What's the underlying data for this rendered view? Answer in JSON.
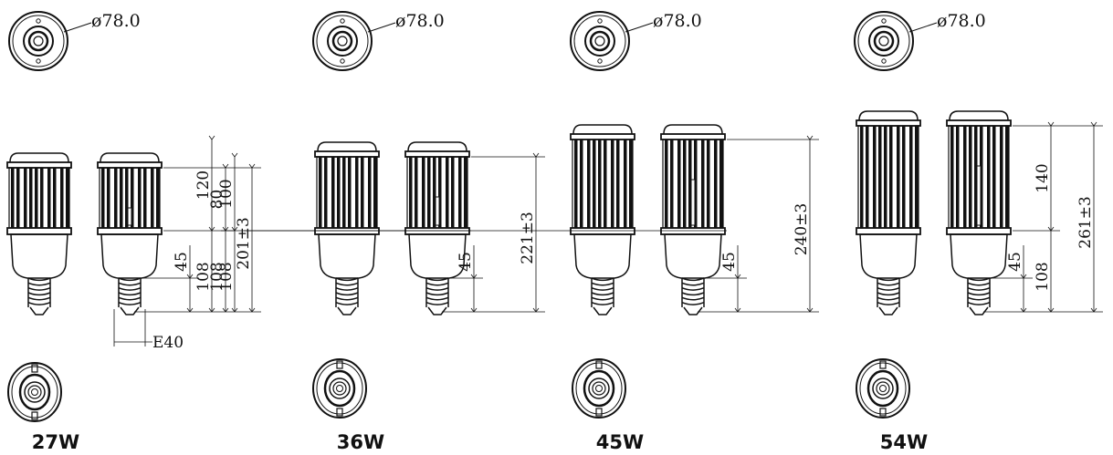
{
  "models": [
    {
      "watt_label": "27W",
      "diameter_label": "ø78.0",
      "led_length": "80",
      "neck_height": "45",
      "base_to_led": "108",
      "overall_height": "201±3",
      "thread_label": "E40"
    },
    {
      "watt_label": "36W",
      "diameter_label": "ø78.0",
      "led_length": "100",
      "neck_height": "45",
      "base_to_led": "108",
      "overall_height": "221±3"
    },
    {
      "watt_label": "45W",
      "diameter_label": "ø78.0",
      "led_length": "120",
      "neck_height": "45",
      "base_to_led": "108",
      "overall_height": "240±3"
    },
    {
      "watt_label": "54W",
      "diameter_label": "ø78.0",
      "led_length": "140",
      "neck_height": "45",
      "base_to_led": "108",
      "overall_height": "261±3"
    }
  ],
  "colors": {
    "line": "#111111",
    "background": "#ffffff"
  },
  "icons": {
    "top_view": "lamp-top-view-icon",
    "bottom_view": "lamp-bottom-view-icon",
    "side_view": "corn-lamp-side-view",
    "section_view": "corn-lamp-section-view"
  }
}
